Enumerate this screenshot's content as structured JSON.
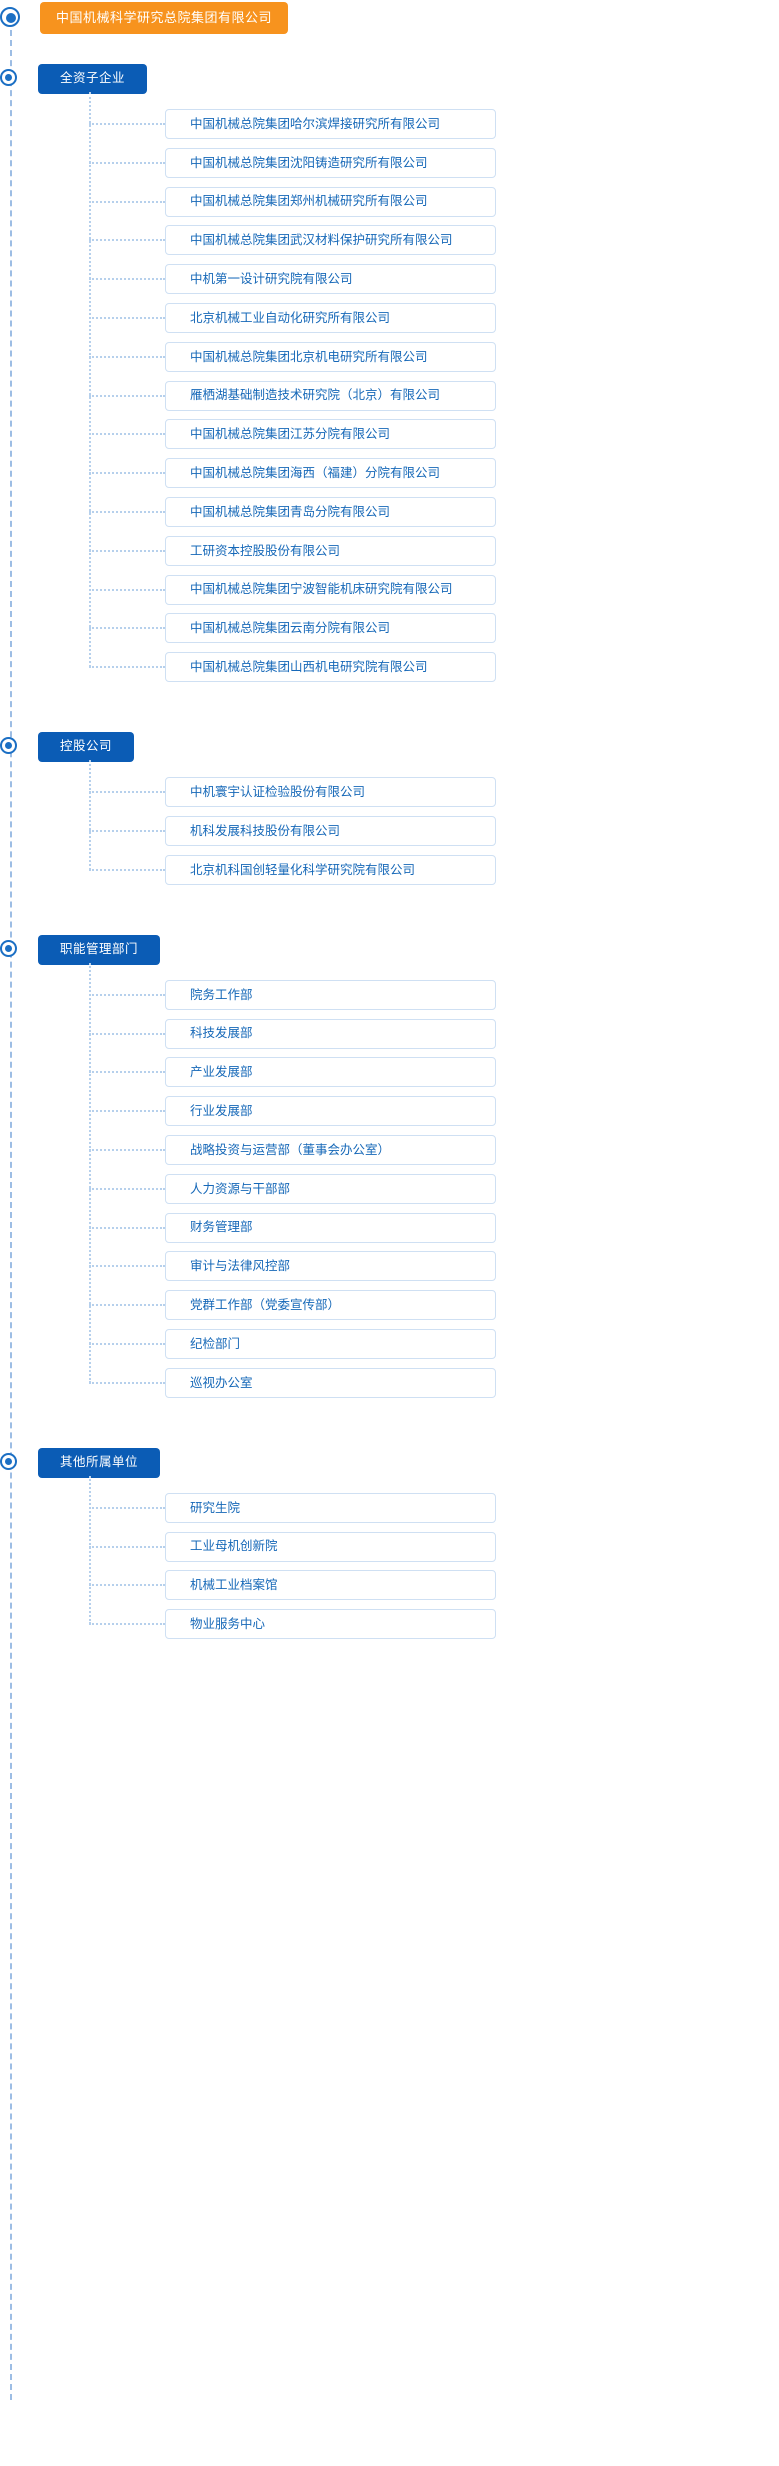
{
  "root": {
    "label": "中国机械科学研究总院集团有限公司",
    "color": "#f7931e",
    "marker": "root-node-marker"
  },
  "theme": {
    "section_pill_color": "#0b5cb5",
    "leaf_text_color": "#1668b8",
    "leaf_border_color": "#cfe0f3",
    "connector_color": "#b6d0ec"
  },
  "sections": [
    {
      "label": "全资子企业",
      "items": [
        "中国机械总院集团哈尔滨焊接研究所有限公司",
        "中国机械总院集团沈阳铸造研究所有限公司",
        "中国机械总院集团郑州机械研究所有限公司",
        "中国机械总院集团武汉材料保护研究所有限公司",
        "中机第一设计研究院有限公司",
        "北京机械工业自动化研究所有限公司",
        "中国机械总院集团北京机电研究所有限公司",
        "雁栖湖基础制造技术研究院（北京）有限公司",
        "中国机械总院集团江苏分院有限公司",
        "中国机械总院集团海西（福建）分院有限公司",
        "中国机械总院集团青岛分院有限公司",
        "工研资本控股股份有限公司",
        "中国机械总院集团宁波智能机床研究院有限公司",
        "中国机械总院集团云南分院有限公司",
        "中国机械总院集团山西机电研究院有限公司"
      ]
    },
    {
      "label": "控股公司",
      "items": [
        "中机寰宇认证检验股份有限公司",
        "机科发展科技股份有限公司",
        "北京机科国创轻量化科学研究院有限公司"
      ]
    },
    {
      "label": "职能管理部门",
      "items": [
        "院务工作部",
        "科技发展部",
        "产业发展部",
        "行业发展部",
        "战略投资与运营部（董事会办公室）",
        "人力资源与干部部",
        "财务管理部",
        "审计与法律风控部",
        "党群工作部（党委宣传部）",
        "纪检部门",
        "巡视办公室"
      ]
    },
    {
      "label": "其他所属单位",
      "items": [
        "研究生院",
        "工业母机创新院",
        "机械工业档案馆",
        "物业服务中心"
      ]
    }
  ]
}
